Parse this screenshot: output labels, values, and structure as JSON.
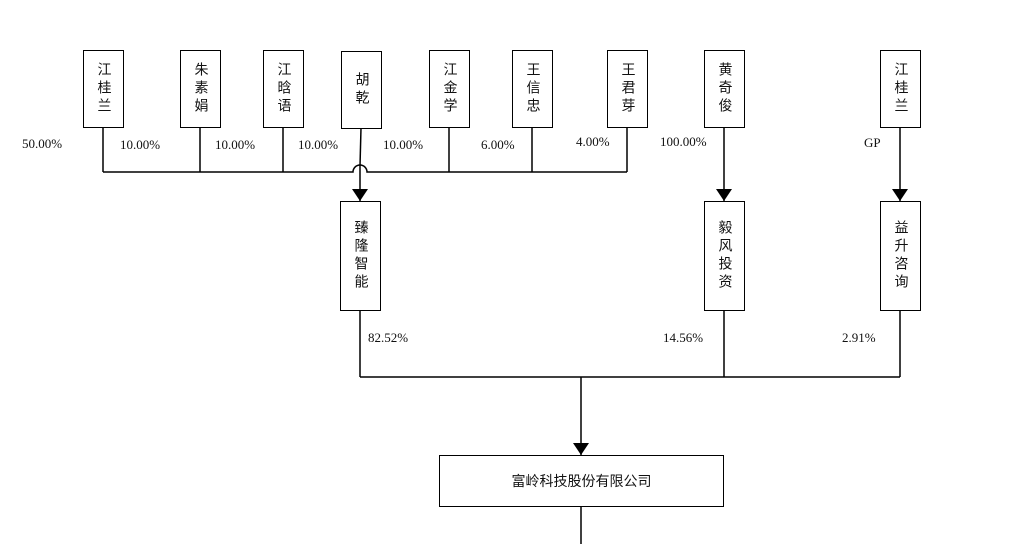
{
  "shareholders": [
    {
      "name": "江桂兰",
      "pct": "50.00%"
    },
    {
      "name": "朱素娟",
      "pct": "10.00%"
    },
    {
      "name": "江晗语",
      "pct": "10.00%"
    },
    {
      "name": "胡乾",
      "pct": "10.00%"
    },
    {
      "name": "江金学",
      "pct": "10.00%"
    },
    {
      "name": "王信忠",
      "pct": "6.00%"
    },
    {
      "name": "王君芽",
      "pct": "4.00%"
    },
    {
      "name": "黄奇俊",
      "pct": "100.00%"
    },
    {
      "name": "江桂兰",
      "pct": "GP"
    }
  ],
  "intermediates": [
    {
      "name": "臻隆智能",
      "pct": "82.52%"
    },
    {
      "name": "毅风投资",
      "pct": "14.56%"
    },
    {
      "name": "益升咨询",
      "pct": "2.91%"
    }
  ],
  "company": {
    "name": "富岭科技股份有限公司"
  }
}
